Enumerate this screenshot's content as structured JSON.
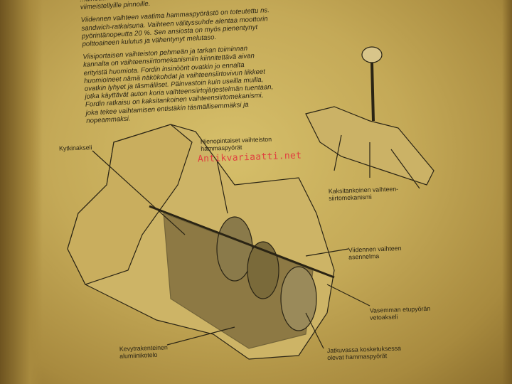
{
  "paragraphs": [
    "...aiheuttaisi huomattavaa vahinkoa näille korkealuokkaisesti viimeistellyille pinnoille.",
    "Viidennen vaihteen vaatima hammaspyörästö on toteutettu ns. sandwich-ratkaisuna. Vaihteen välityssuhde alentaa moottorin pyörintänopeutta 20 %. Sen ansiosta on myös pienentynyt polttoaineen kulutus ja vähentynyt melutaso.",
    "Viisiportaisen vaihteiston pehmeän ja tarkan toiminnan kannalta on vaihteensiirtomekanismiin kiinnitettävä aivan erityistä huomiota. Fordin insinöörit ovatkin jo ennalta huomioineet nämä näkökohdat ja vaihteensiirtovivun liikkeet ovatkin lyhyet ja täsmälliset. Päinvastoin kuin useilla muilla, jotka käyttävät auton koria vaihteensiirtojärjestelmän tuentaan, Fordin ratkaisu on kaksitankoinen vaihteensiirtomekanismi, joka tekee vaihtamisen entistäkin täsmällisemmäksi ja nopeammaksi."
  ],
  "labels": {
    "kytkinakseli": "Kytkinakseli",
    "hienopintaiset": "Hienopintaiset vaihteiston hammaspyörät",
    "kaksitankoinen": "Kaksitankoinen vaihteen-siirtomekanismi",
    "viidennen": "Viidennen vaihteen asennelma",
    "vasemman": "Vasemman etupyörän vetoakseli",
    "kevytrakenteinen": "Kevytrakenteinen alumiinikotelo",
    "jatkuvassa": "Jatkuvassa kosketuksessa olevat hammaspyörät"
  },
  "watermark": "Antikvariaatti.net"
}
